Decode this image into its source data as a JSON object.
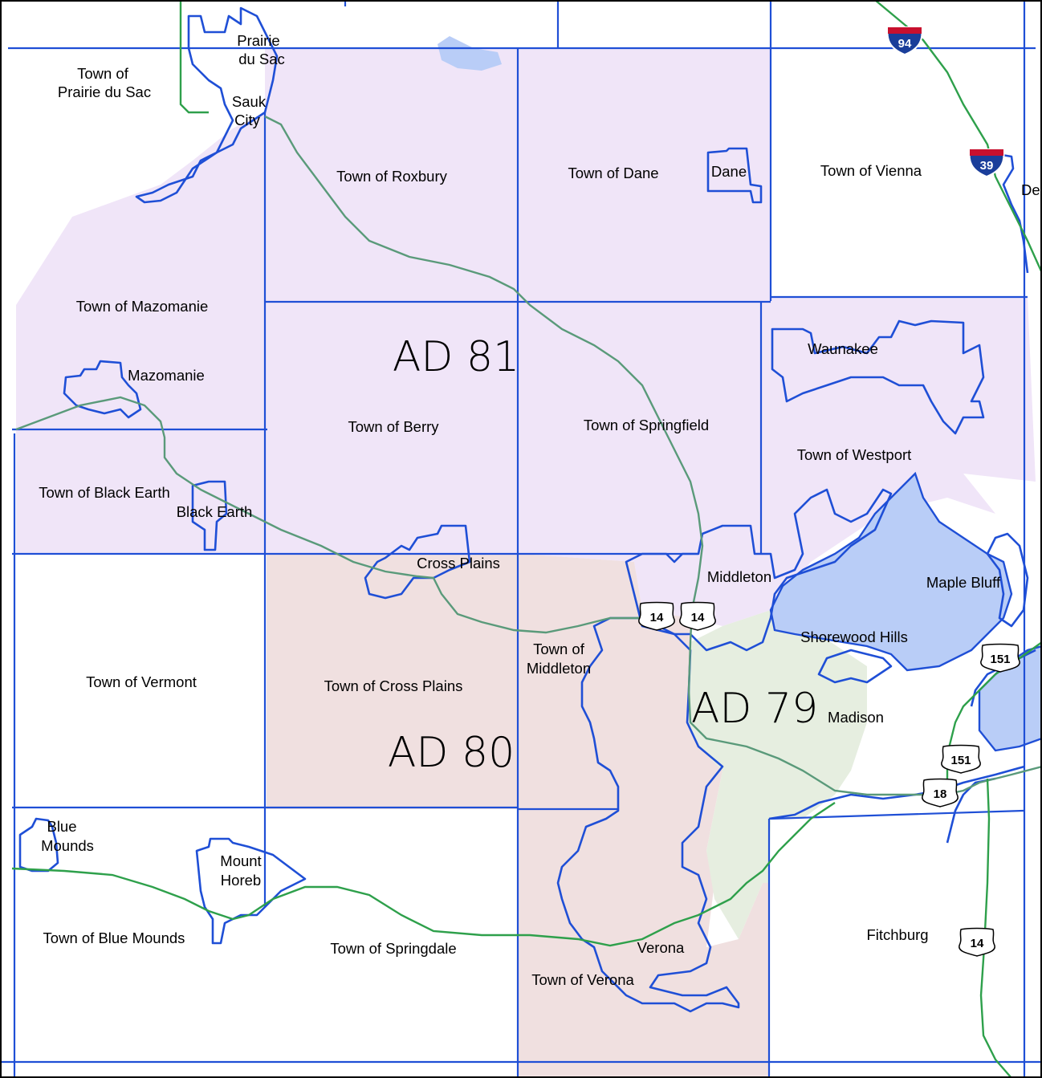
{
  "districts": [
    {
      "name": "AD 81",
      "color": "#f0e5f8"
    },
    {
      "name": "AD 80",
      "color": "#f0e0e0"
    },
    {
      "name": "AD 79",
      "color": "#e6eee0"
    }
  ],
  "places": {
    "town_prairie_du_sac_1": "Town of",
    "town_prairie_du_sac_2": "Prairie du Sac",
    "prairie_du_sac_1": "Prairie",
    "prairie_du_sac_2": "du Sac",
    "sauk_city_1": "Sauk",
    "sauk_city_2": "City",
    "town_roxbury": "Town of Roxbury",
    "town_dane": "Town of Dane",
    "dane": "Dane",
    "town_vienna": "Town of Vienna",
    "de_fragment": "De",
    "town_mazomanie": "Town of Mazomanie",
    "mazomanie": "Mazomanie",
    "waunakee": "Waunakee",
    "town_berry": "Town of Berry",
    "town_springfield": "Town of Springfield",
    "town_westport": "Town of Westport",
    "town_black_earth": "Town of Black Earth",
    "black_earth": "Black Earth",
    "cross_plains": "Cross Plains",
    "middleton": "Middleton",
    "maple_bluff": "Maple Bluff",
    "shorewood_hills": "Shorewood Hills",
    "town_middleton_1": "Town of",
    "town_middleton_2": "Middleton",
    "town_vermont": "Town of Vermont",
    "town_cross_plains": "Town of Cross Plains",
    "madison": "Madison",
    "blue_mounds_1": "Blue",
    "blue_mounds_2": "Mounds",
    "mount_horeb_1": "Mount",
    "mount_horeb_2": "Horeb",
    "town_blue_mounds": "Town of Blue Mounds",
    "town_springdale": "Town of Springdale",
    "verona": "Verona",
    "town_verona": "Town of Verona",
    "fitchburg": "Fitchburg"
  },
  "highways": {
    "i94": "94",
    "i39": "39",
    "us14_a": "14",
    "us14_b": "14",
    "us14_c": "14",
    "us151_a": "151",
    "us151_b": "151",
    "us18": "18"
  },
  "colors": {
    "boundary": "#1f4fd6",
    "road": "#2ea04b",
    "water": "#b9cdf7",
    "interstate_red": "#c8102e",
    "interstate_blue": "#1a3e9a"
  }
}
